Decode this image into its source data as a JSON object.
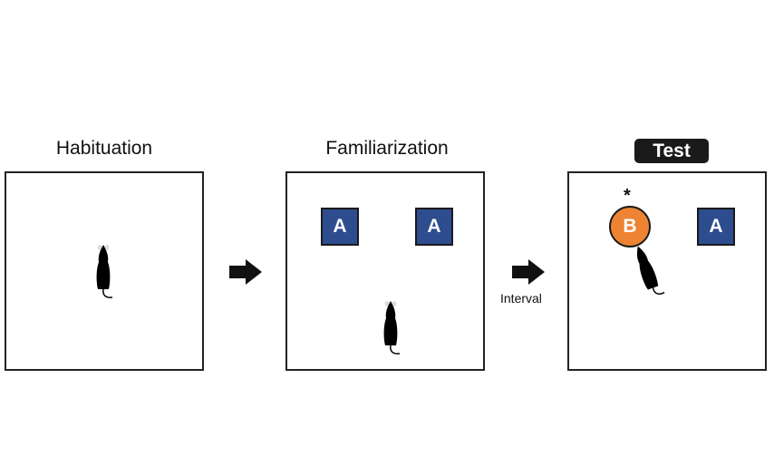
{
  "stages": {
    "habituation": {
      "title": "Habituation"
    },
    "familiarization": {
      "title": "Familiarization",
      "object_left": "A",
      "object_right": "A"
    },
    "test": {
      "title": "Test",
      "novel_object": "B",
      "familiar_object": "A",
      "marker": "*"
    }
  },
  "interval_label": "Interval",
  "colors": {
    "familiar_object": "#2e4d8f",
    "novel_object": "#ee8433",
    "mouse": "#000000"
  },
  "icons": {
    "transition": "right-arrow-icon",
    "animal": "mouse-icon"
  }
}
